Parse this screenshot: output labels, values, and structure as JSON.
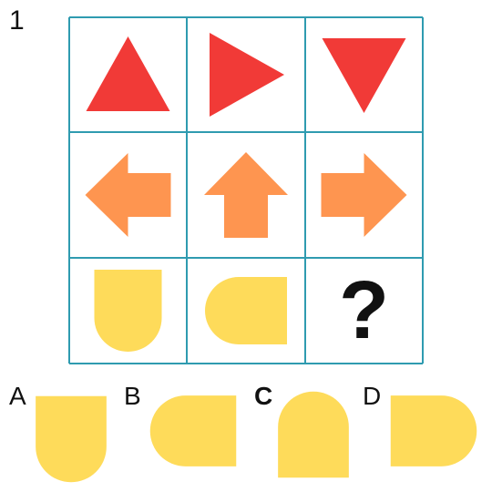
{
  "puzzle": {
    "number": "1",
    "unknown_mark": "?"
  },
  "grid": {
    "rows": 3,
    "cols": 3,
    "line_color": "#2f9bb0",
    "cells": [
      {
        "shape": "triangle",
        "direction": "up",
        "color": "#f13a37"
      },
      {
        "shape": "triangle",
        "direction": "right",
        "color": "#f13a37"
      },
      {
        "shape": "triangle",
        "direction": "down",
        "color": "#f13a37"
      },
      {
        "shape": "arrow",
        "direction": "left",
        "color": "#fe9550"
      },
      {
        "shape": "arrow",
        "direction": "up",
        "color": "#fe9550"
      },
      {
        "shape": "arrow",
        "direction": "right",
        "color": "#fe9550"
      },
      {
        "shape": "d-shape",
        "direction": "down",
        "color": "#fedb5a"
      },
      {
        "shape": "d-shape",
        "direction": "left",
        "color": "#fedb5a"
      },
      {
        "shape": "question",
        "direction": "none",
        "color": "#111111"
      }
    ]
  },
  "options": [
    {
      "label": "A",
      "shape": "d-shape",
      "direction": "down",
      "color": "#fedb5a",
      "bold": false
    },
    {
      "label": "B",
      "shape": "d-shape",
      "direction": "left",
      "color": "#fedb5a",
      "bold": false
    },
    {
      "label": "C",
      "shape": "d-shape",
      "direction": "up",
      "color": "#fedb5a",
      "bold": true
    },
    {
      "label": "D",
      "shape": "d-shape",
      "direction": "right",
      "color": "#fedb5a",
      "bold": false
    }
  ]
}
